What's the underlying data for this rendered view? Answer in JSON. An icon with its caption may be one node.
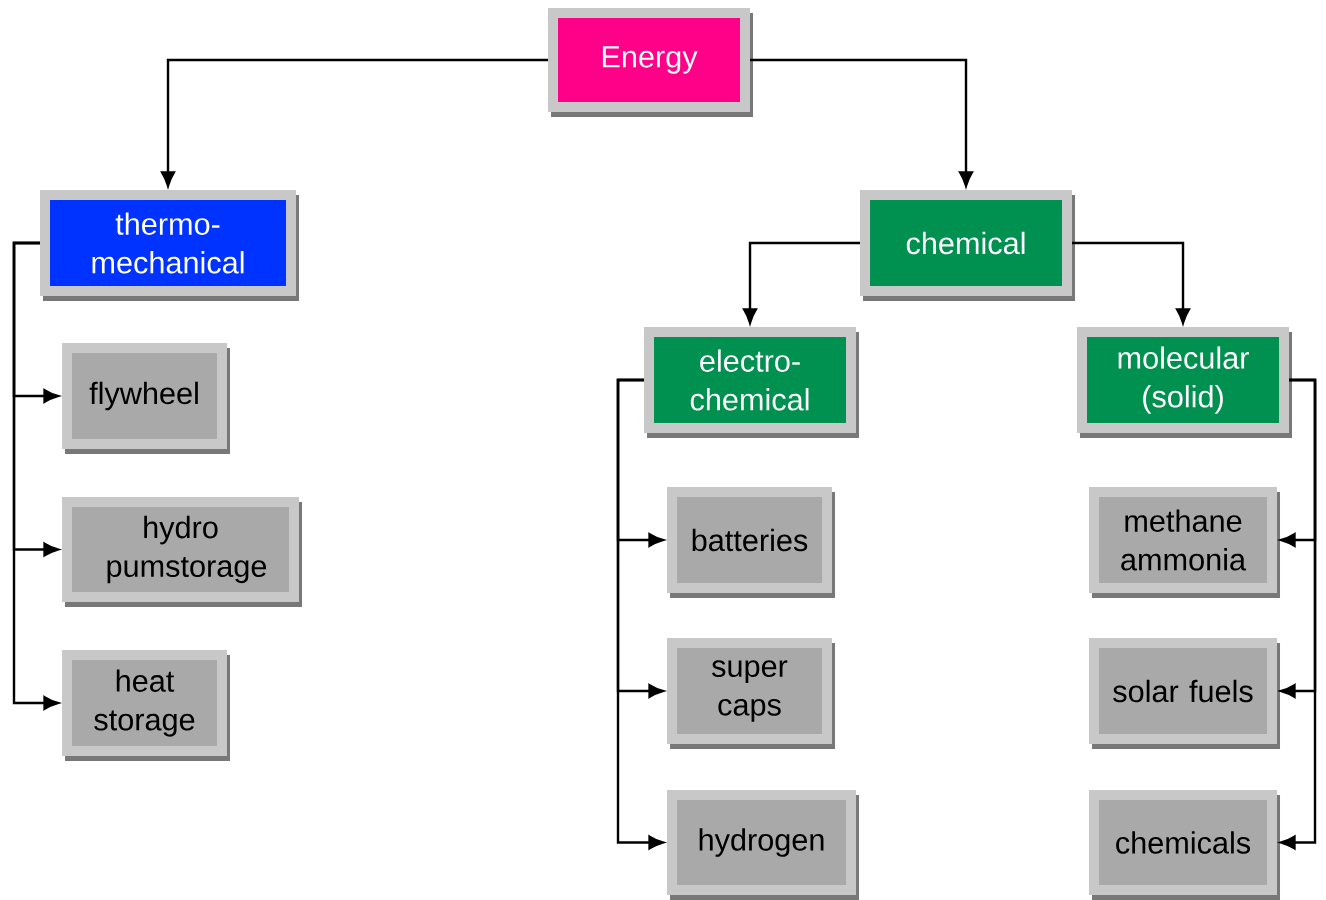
{
  "diagram": {
    "nodes": [
      {
        "text": [
          "Energy"
        ]
      },
      {
        "text": [
          "thermo-mechanical"
        ]
      },
      {
        "text": [
          "chemical"
        ]
      },
      {
        "text": [
          "flywheel"
        ]
      },
      {
        "text": [
          "hydro pumstorage"
        ]
      },
      {
        "text": [
          "heat storage"
        ]
      },
      {
        "text": [
          "electro-chemical"
        ]
      },
      {
        "text": [
          "molecular (solid)"
        ]
      },
      {
        "text": [
          "batteries"
        ]
      },
      {
        "text": [
          "super caps"
        ]
      },
      {
        "text": [
          "hydrogen"
        ]
      },
      {
        "text": [
          "methane ammonia"
        ]
      },
      {
        "text": [
          "solar fuels"
        ]
      },
      {
        "text": [
          "chemicals"
        ]
      }
    ],
    "edges": [
      {
        "from": 0,
        "to": 1,
        "arrow": "to"
      },
      {
        "from": 0,
        "to": 2,
        "arrow": "to"
      },
      {
        "from": 1,
        "to": 3,
        "arrow": "to"
      },
      {
        "from": 1,
        "to": 4,
        "arrow": "to"
      },
      {
        "from": 1,
        "to": 5,
        "arrow": "to"
      },
      {
        "from": 2,
        "to": 6,
        "arrow": "to"
      },
      {
        "from": 2,
        "to": 7,
        "arrow": "to"
      },
      {
        "from": 6,
        "to": 8,
        "arrow": "to"
      },
      {
        "from": 6,
        "to": 9,
        "arrow": "to"
      },
      {
        "from": 6,
        "to": 10,
        "arrow": "to"
      },
      {
        "from": 7,
        "to": 11,
        "arrow": "to"
      },
      {
        "from": 7,
        "to": 12,
        "arrow": "to"
      },
      {
        "from": 7,
        "to": 13,
        "arrow": "to"
      }
    ]
  }
}
